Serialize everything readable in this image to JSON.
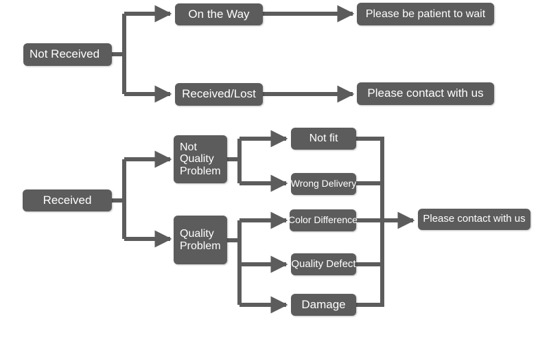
{
  "colors": {
    "box": "#5d5c5c",
    "text": "#ffffff",
    "connector": "#5d5c5c"
  },
  "nodes": {
    "not_received": "Not Received",
    "on_the_way": "On the Way",
    "received_lost": "Received/Lost",
    "patient_wait": "Please be patient to wait",
    "contact_top": "Please contact with us",
    "received": "Received",
    "not_quality_problem": "Not\nQuality\nProblem",
    "quality_problem": "Quality\nProblem",
    "not_fit": "Not fit",
    "wrong_delivery": "Wrong Delivery",
    "color_difference": "Color Difference",
    "quality_defect": "Quality Defect",
    "damage": "Damage",
    "contact_bottom": "Please contact with us"
  }
}
